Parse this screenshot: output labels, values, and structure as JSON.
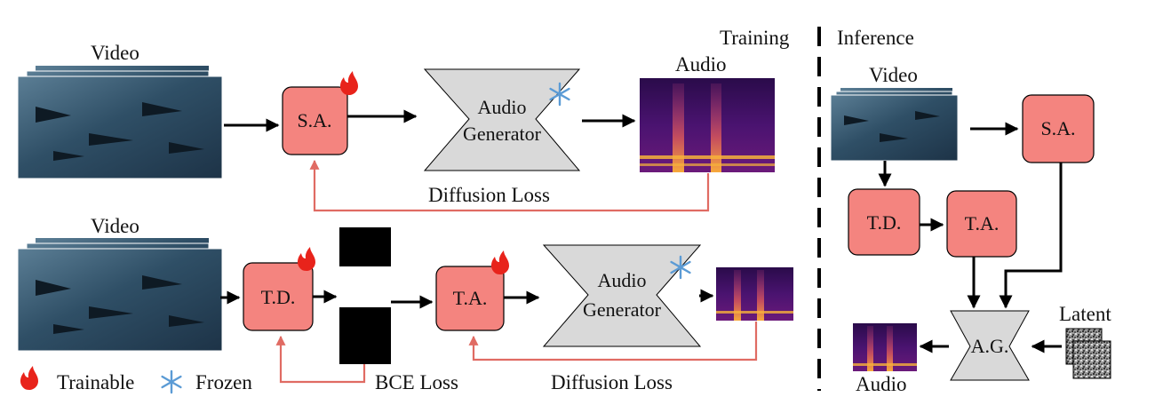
{
  "panels": {
    "training": "Training",
    "inference": "Inference"
  },
  "modules": {
    "sa": "S.A.",
    "td": "T.D.",
    "ta": "T.A.",
    "ag": "A.G.",
    "generator_line1": "Audio",
    "generator_line2": "Generator"
  },
  "labels": {
    "video": "Video",
    "audio": "Audio",
    "latent": "Latent",
    "diffusion_loss": "Diffusion Loss",
    "bce_loss": "BCE Loss"
  },
  "legend": {
    "trainable": "Trainable",
    "frozen": "Frozen"
  },
  "icons": {
    "trainable": "flame-icon",
    "frozen": "snowflake-icon"
  },
  "colors": {
    "module_fill": "#f4847f",
    "generator_fill": "#d9d9d9",
    "loss_arrow": "#e06b63",
    "flame": "#e8231b",
    "snowflake": "#5b9bd5"
  }
}
